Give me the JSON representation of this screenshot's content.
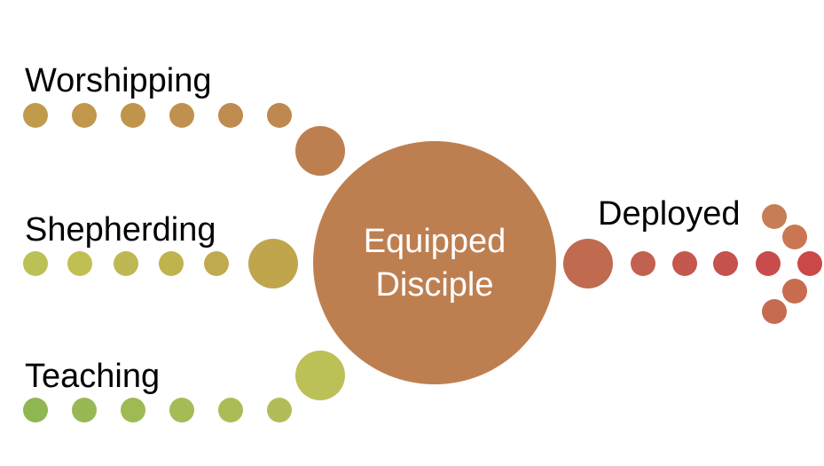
{
  "labels": {
    "worshipping": "Worshipping",
    "shepherding": "Shepherding",
    "teaching": "Teaching",
    "deployed": "Deployed"
  },
  "center": {
    "line1": "Equipped",
    "line2": "Disciple"
  },
  "colors": {
    "center": "#BE7F50",
    "worshipping_dots": [
      "#C19B4C",
      "#C1974B",
      "#C1944C",
      "#C0914E",
      "#BF8C50",
      "#BE884F",
      "#BE7F50"
    ],
    "shepherding_dots": [
      "#BBC155",
      "#BFBF54",
      "#BEB852",
      "#BFB34E",
      "#BFAB4D",
      "#BFA64D"
    ],
    "teaching_dots": [
      "#8FB651",
      "#98B853",
      "#9EBA54",
      "#A4BB56",
      "#ABBC56",
      "#B3BD58",
      "#BBC157"
    ],
    "deployed_dots": [
      "#C06A50",
      "#C36150",
      "#C4584E",
      "#C5524D",
      "#C84C4C",
      "#CB4848"
    ],
    "arrow_dots": [
      "#C77D55",
      "#CB7652",
      "#C86C4E",
      "#C66A50"
    ]
  }
}
